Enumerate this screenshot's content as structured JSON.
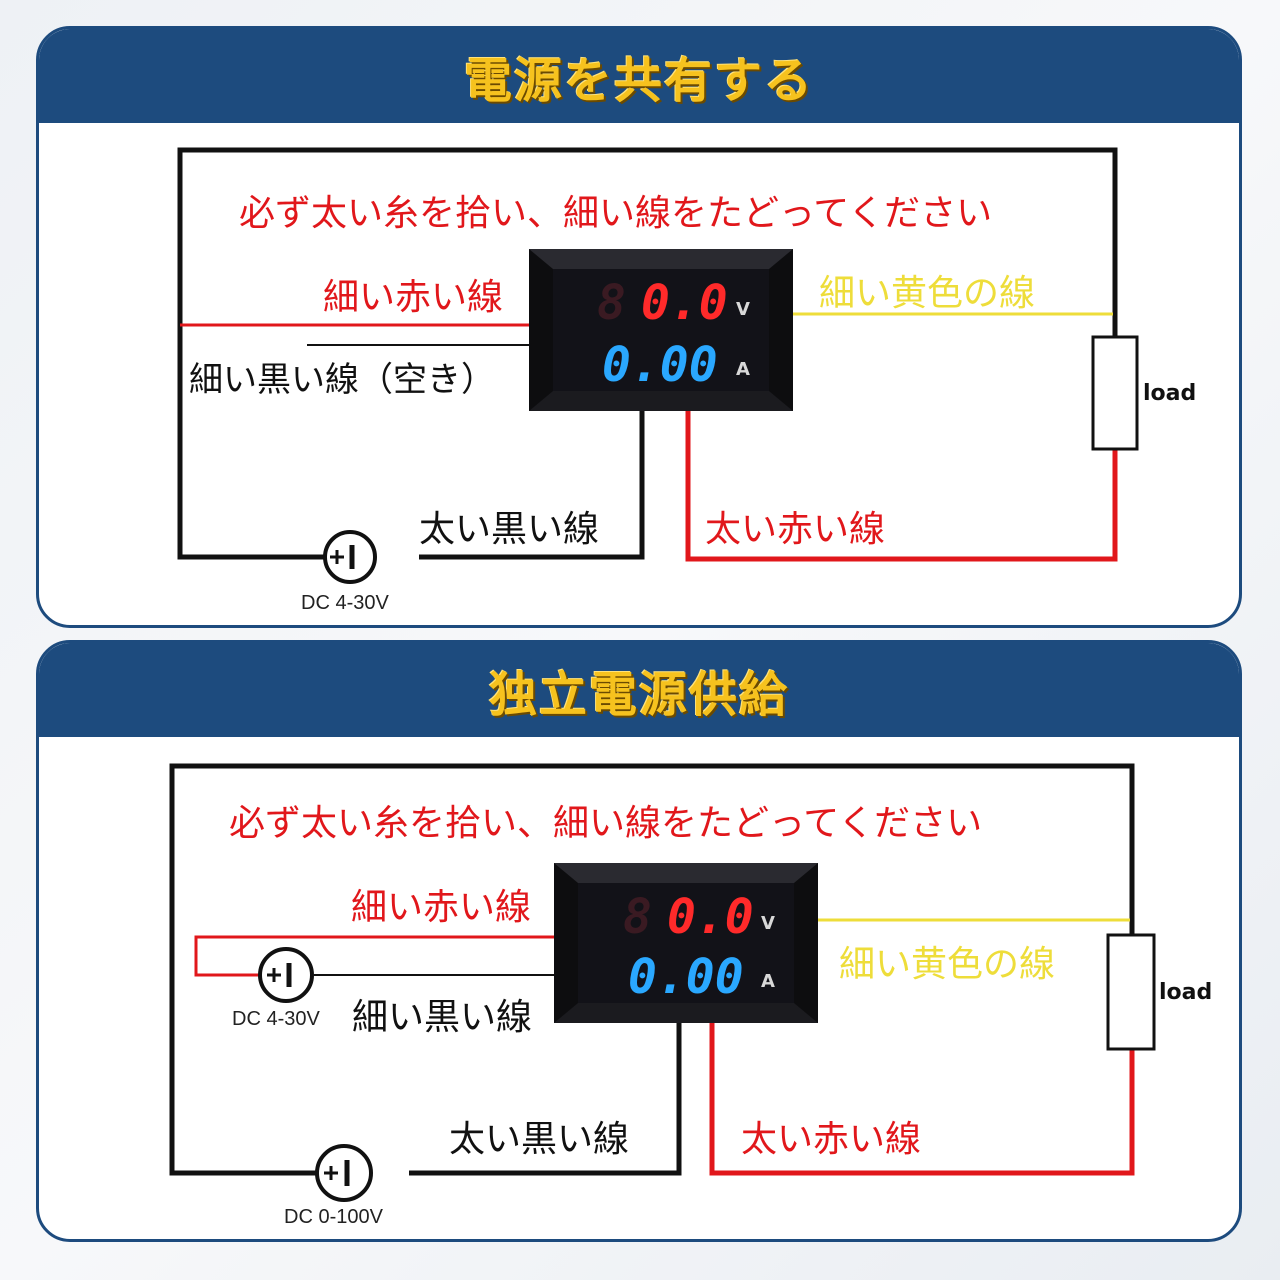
{
  "panels": [
    {
      "title": "電源を共有する",
      "instruction": "必ず太い糸を拾い、細い線をたどってください",
      "thin_red_label": "細い赤い線",
      "thin_black_label": "細い黒い線（空き）",
      "thin_yellow_label": "細い黄色の線",
      "thick_black_label": "太い黒い線",
      "thick_red_label": "太い赤い線",
      "source_label": "DC 4-30V",
      "load_label": "load",
      "meter": {
        "volt_dim": "8",
        "volt": "0.0",
        "volt_unit": "V",
        "amp": "0.00",
        "amp_unit": "A"
      }
    },
    {
      "title": "独立電源供給",
      "instruction": "必ず太い糸を拾い、細い線をたどってください",
      "thin_red_label": "細い赤い線",
      "thin_black_label": "細い黒い線",
      "thin_yellow_label": "細い黄色の線",
      "thick_black_label": "太い黒い線",
      "thick_red_label": "太い赤い線",
      "source_label": "DC 0-100V",
      "source2_label": "DC 4-30V",
      "load_label": "load",
      "meter": {
        "volt_dim": "8",
        "volt": "0.0",
        "volt_unit": "V",
        "amp": "0.00",
        "amp_unit": "A"
      }
    }
  ],
  "colors": {
    "header": "#1d4b7e",
    "title": "#f6c21e",
    "red_wire": "#e1171b",
    "black_wire": "#111111",
    "yellow_wire": "#eedd3a"
  }
}
